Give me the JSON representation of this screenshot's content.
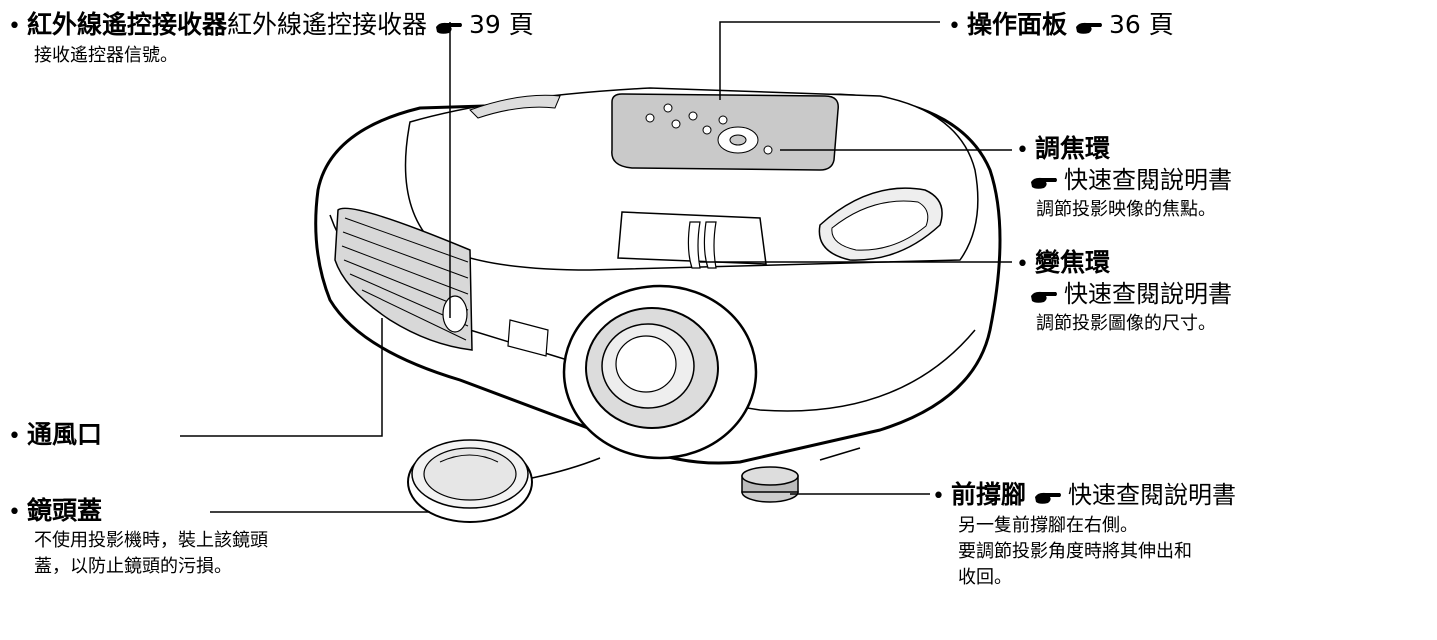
{
  "callouts": {
    "ir_receiver": {
      "title": "紅外線遙控接收器",
      "title_extra": "紅外線遙控接收器",
      "page_ref": "39 頁",
      "desc": "接收遙控器信號。"
    },
    "control_panel": {
      "title": "操作面板",
      "page_ref": "36 頁"
    },
    "focus_ring": {
      "title": "調焦環",
      "ref": "快速查閱說明書",
      "desc": "調節投影映像的焦點。"
    },
    "zoom_ring": {
      "title": "變焦環",
      "ref": "快速查閱說明書",
      "desc": "調節投影圖像的尺寸。"
    },
    "air_vent": {
      "title": "通風口"
    },
    "lens_cover": {
      "title": "鏡頭蓋",
      "desc_1": "不使用投影機時，裝上該鏡頭",
      "desc_2": "蓋，以防止鏡頭的污損。"
    },
    "front_foot": {
      "title": "前撐腳",
      "ref": "快速查閱說明書",
      "desc_1": "另一隻前撐腳在右側。",
      "desc_2": "要調節投影角度時將其伸出和",
      "desc_3": "收回。"
    }
  },
  "bullet": "•"
}
